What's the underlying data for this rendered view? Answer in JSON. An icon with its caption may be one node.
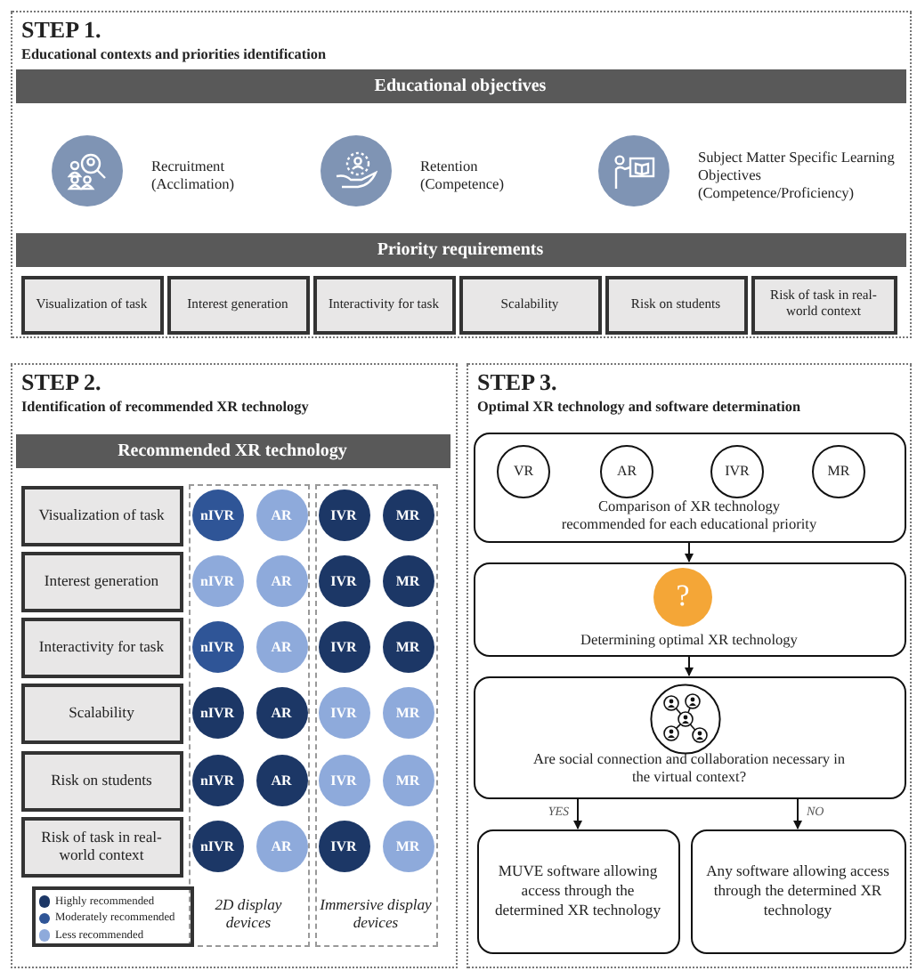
{
  "diagram": {
    "nodes": [
      {
        "text": [
          "STEP 1.",
          "Educational contexts and priorities identification"
        ]
      },
      {
        "text": [
          "Educational objectives"
        ],
        "in": 0
      },
      {
        "text": [],
        "shape": "circle",
        "beside": [
          "Recruitment (Acclimation)"
        ],
        "in": 0
      },
      {
        "text": [],
        "shape": "circle",
        "beside": [
          "Retention (Competence)"
        ],
        "in": 0
      },
      {
        "text": [],
        "shape": "circle",
        "beside": [
          "Subject Matter Specific Learning Objectives (Competence/Proficiency)"
        ],
        "in": 0
      },
      {
        "text": [
          "Priority requirements"
        ],
        "in": 0
      },
      {
        "text": [
          "Visualization of task"
        ],
        "in": 0
      },
      {
        "text": [
          "Interest generation"
        ],
        "in": 0
      },
      {
        "text": [
          "Interactivity for task"
        ],
        "in": 0
      },
      {
        "text": [
          "Scalability"
        ],
        "in": 0
      },
      {
        "text": [
          "Risk on students"
        ],
        "in": 0
      },
      {
        "text": [
          "Risk of task in real-world context"
        ],
        "in": 0
      },
      {
        "text": [
          "STEP 2.",
          "Identification of recommended XR technology"
        ]
      },
      {
        "text": [
          "Recommended XR technology"
        ],
        "in": 12
      },
      {
        "text": [
          "2D display devices"
        ],
        "in": 12
      },
      {
        "text": [
          "Immersive display devices"
        ],
        "in": 12
      },
      {
        "text": [
          "Visualization of task"
        ],
        "in": 12
      },
      {
        "text": [
          "nIVR"
        ],
        "in": 14
      },
      {
        "text": [
          "AR"
        ],
        "in": 14
      },
      {
        "text": [
          "IVR"
        ],
        "in": 15
      },
      {
        "text": [
          "MR"
        ],
        "in": 15
      },
      {
        "text": [
          "Interest generation"
        ],
        "in": 12
      },
      {
        "text": [
          "nIVR"
        ],
        "in": 14
      },
      {
        "text": [
          "AR"
        ],
        "in": 14
      },
      {
        "text": [
          "IVR"
        ],
        "in": 15
      },
      {
        "text": [
          "MR"
        ],
        "in": 15
      },
      {
        "text": [
          "Interactivity for task"
        ],
        "in": 12
      },
      {
        "text": [
          "nIVR"
        ],
        "in": 14
      },
      {
        "text": [
          "AR"
        ],
        "in": 14
      },
      {
        "text": [
          "IVR"
        ],
        "in": 15
      },
      {
        "text": [
          "MR"
        ],
        "in": 15
      },
      {
        "text": [
          "Scalability"
        ],
        "in": 12
      },
      {
        "text": [
          "nIVR"
        ],
        "in": 14
      },
      {
        "text": [
          "AR"
        ],
        "in": 14
      },
      {
        "text": [
          "IVR"
        ],
        "in": 15
      },
      {
        "text": [
          "MR"
        ],
        "in": 15
      },
      {
        "text": [
          "Risk on students"
        ],
        "in": 12
      },
      {
        "text": [
          "nIVR"
        ],
        "in": 14
      },
      {
        "text": [
          "AR"
        ],
        "in": 14
      },
      {
        "text": [
          "IVR"
        ],
        "in": 15
      },
      {
        "text": [
          "MR"
        ],
        "in": 15
      },
      {
        "text": [
          "Risk of task in real-world context"
        ],
        "in": 12
      },
      {
        "text": [
          "nIVR"
        ],
        "in": 14
      },
      {
        "text": [
          "AR"
        ],
        "in": 14
      },
      {
        "text": [
          "IVR"
        ],
        "in": 15
      },
      {
        "text": [
          "MR"
        ],
        "in": 15
      },
      {
        "text": [
          "STEP 3.",
          "Optimal XR technology and software determination"
        ]
      },
      {
        "text": [
          "Comparison of XR technology recommended for each educational priority"
        ],
        "in": 46
      },
      {
        "text": [
          "VR"
        ],
        "in": 47
      },
      {
        "text": [
          "AR"
        ],
        "in": 47
      },
      {
        "text": [
          "IVR"
        ],
        "in": 47
      },
      {
        "text": [
          "MR"
        ],
        "in": 47
      },
      {
        "text": [
          "Determining optimal XR technology"
        ],
        "in": 46
      },
      {
        "text": [
          "?"
        ],
        "in": 52
      },
      {
        "text": [
          "Are social connection and collaboration necessary in the virtual context?"
        ],
        "in": 46
      },
      {
        "text": [
          "MUVE software allowing access through the determined XR technology"
        ],
        "in": 46
      },
      {
        "text": [
          "Any software allowing access through the determined XR technology"
        ],
        "in": 46
      }
    ],
    "edges": [
      {
        "from": 47,
        "to": 52,
        "arrow": "to"
      },
      {
        "from": 52,
        "to": 54,
        "arrow": "to"
      },
      {
        "from": 54,
        "to": 55,
        "arrow": "to",
        "label": "YES"
      },
      {
        "from": 54,
        "to": 56,
        "arrow": "to",
        "label": "NO"
      }
    ],
    "legend": [
      {
        "text": "Highly recommended",
        "color": "#1c3766"
      },
      {
        "text": "Moderately recommended",
        "color": "#2f5597"
      },
      {
        "text": "Less recommended",
        "color": "#8eaadb"
      }
    ]
  }
}
